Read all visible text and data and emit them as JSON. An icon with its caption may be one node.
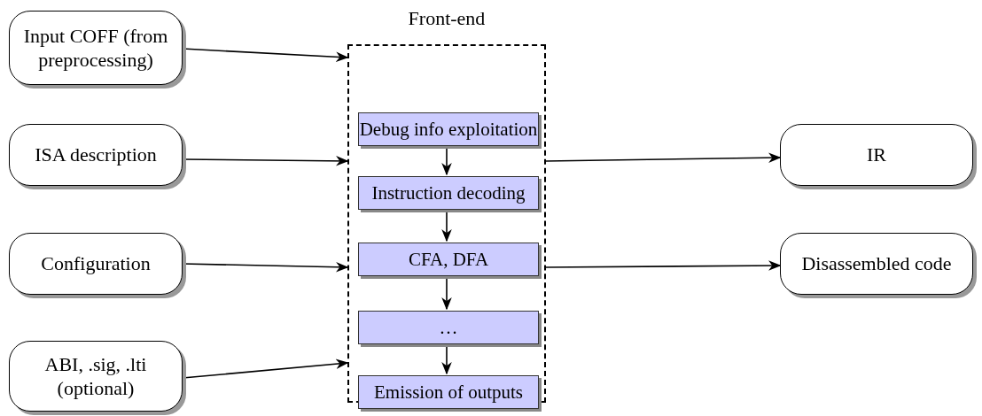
{
  "diagram": {
    "nodes": [
      {
        "text": [
          "Input COFF (from preprocessing)"
        ]
      },
      {
        "text": [
          "ISA description"
        ]
      },
      {
        "text": [
          "Configuration"
        ]
      },
      {
        "text": [
          "ABI, .sig, .lti (optional)"
        ]
      },
      {
        "text": [
          "Front-end"
        ]
      },
      {
        "text": [
          "Debug info exploitation"
        ],
        "in": 4
      },
      {
        "text": [
          "Instruction decoding"
        ],
        "in": 4
      },
      {
        "text": [
          "CFA, DFA"
        ],
        "in": 4
      },
      {
        "text": [
          "…"
        ],
        "in": 4
      },
      {
        "text": [
          "Emission of outputs"
        ],
        "in": 4
      },
      {
        "text": [
          "IR"
        ]
      },
      {
        "text": [
          "Disassembled code"
        ]
      }
    ],
    "edges": [
      {
        "from": 0,
        "to": 4,
        "arrow": "to"
      },
      {
        "from": 1,
        "to": 4,
        "arrow": "to"
      },
      {
        "from": 2,
        "to": 4,
        "arrow": "to"
      },
      {
        "from": 3,
        "to": 4,
        "arrow": "to"
      },
      {
        "from": 5,
        "to": 6,
        "arrow": "to"
      },
      {
        "from": 6,
        "to": 7,
        "arrow": "to"
      },
      {
        "from": 7,
        "to": 8,
        "arrow": "to"
      },
      {
        "from": 8,
        "to": 9,
        "arrow": "to"
      },
      {
        "from": 4,
        "to": 10,
        "arrow": "to"
      },
      {
        "from": 4,
        "to": 11,
        "arrow": "to"
      }
    ]
  }
}
